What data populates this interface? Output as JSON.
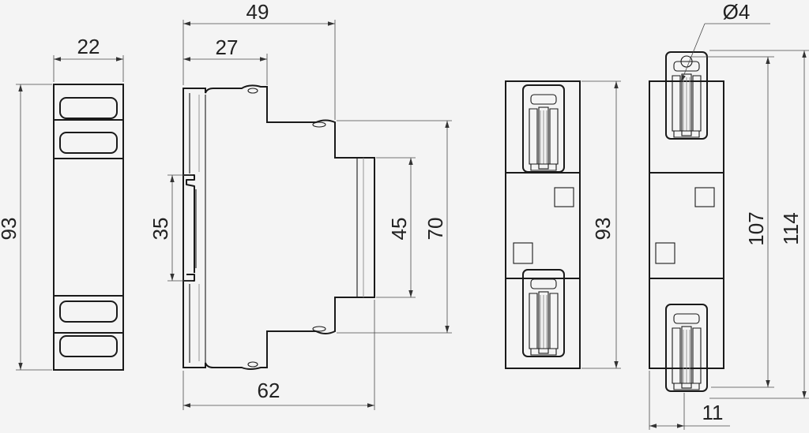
{
  "dimensions": {
    "front_width": "22",
    "front_height": "93",
    "side_depth_total": "49",
    "side_depth_front": "27",
    "side_rail": "35",
    "side_body": "45",
    "side_height": "70",
    "side_base": "62",
    "rear_height": "93",
    "clip_diameter": "Ø4",
    "clip_height_107": "107",
    "clip_height_114": "114",
    "clip_width": "11"
  }
}
